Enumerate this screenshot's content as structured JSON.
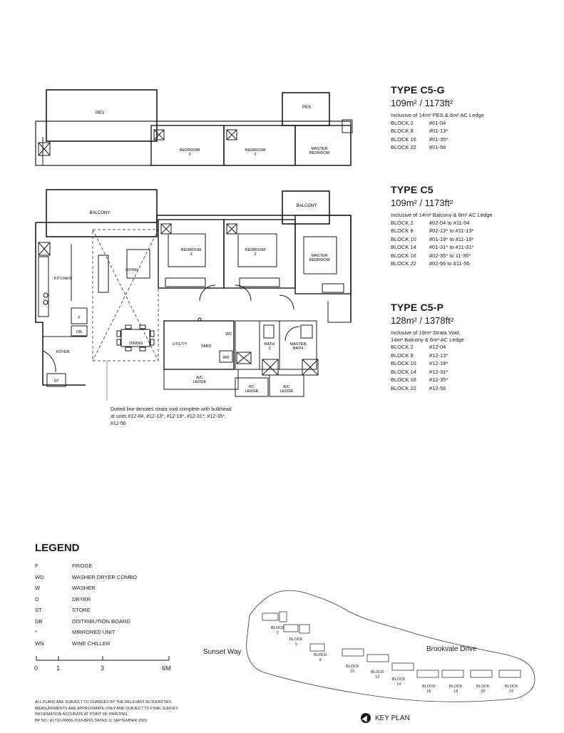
{
  "unit_types": [
    {
      "name": "TYPE C5-G",
      "area": "109m² / 1173ft²",
      "inclusive": "Inclusive of 14m² PES & 6m² AC Ledge",
      "blocks": [
        {
          "block": "BLOCK 2",
          "units": "#01-04"
        },
        {
          "block": "BLOCK 8",
          "units": "#01-13*"
        },
        {
          "block": "BLOCK 16",
          "units": "#01-35*"
        },
        {
          "block": "BLOCK 22",
          "units": "#01-56"
        }
      ]
    },
    {
      "name": "TYPE C5",
      "area": "109m² / 1173ft²",
      "inclusive": "Inclusive of 14m² Balcony & 6m² AC Ledge",
      "blocks": [
        {
          "block": "BLOCK 2",
          "units": "#02-04 to #11-04"
        },
        {
          "block": "BLOCK 8",
          "units": "#02-13* to #11-13*"
        },
        {
          "block": "BLOCK 10",
          "units": "#01-19* to #11-19*"
        },
        {
          "block": "BLOCK 14",
          "units": "#01-31* to #11-31*"
        },
        {
          "block": "BLOCK 16",
          "units": "#02-35* to 11-35*"
        },
        {
          "block": "BLOCK 22",
          "units": "#02-56 to #11-56"
        }
      ]
    },
    {
      "name": "TYPE C5-P",
      "area": "128m² / 1378ft²",
      "inclusive": "Inclusive of 19m² Strata Void,\n14m² Balcony & 6m² AC Ledge",
      "blocks": [
        {
          "block": "BLOCK 2",
          "units": "#12-04"
        },
        {
          "block": "BLOCK 8",
          "units": "#12-13*"
        },
        {
          "block": "BLOCK 10",
          "units": "#12-19*"
        },
        {
          "block": "BLOCK 14",
          "units": "#12-31*"
        },
        {
          "block": "BLOCK 16",
          "units": "#12-35*"
        },
        {
          "block": "BLOCK 22",
          "units": "#12-56"
        }
      ]
    }
  ],
  "plan_top": {
    "pes": "PES",
    "pes_small": "PES",
    "bed3": [
      "BEDROOM",
      "3"
    ],
    "bed2": [
      "BEDROOM",
      "2"
    ],
    "master": [
      "MASTER",
      "BEDROOM"
    ]
  },
  "plan_main": {
    "balcony": "BALCONY",
    "balcony_small": "BALCONY",
    "bed3": [
      "BEDROOM",
      "3"
    ],
    "bed2": [
      "BEDROOM",
      "2"
    ],
    "master": [
      "MASTER",
      "BEDROOM"
    ],
    "kitchen": "KITCHEN",
    "living": "LIVING",
    "dining": "DINING",
    "f": "F",
    "db": "DB",
    "foyer": "FOYER",
    "st": "ST",
    "utility": "UTILITY",
    "yard": "YARD",
    "wc": "WC",
    "wd": "WD",
    "bath2": [
      "BATH",
      "2"
    ],
    "master_bath": [
      "MASTER",
      "BATH"
    ],
    "ac_ledge": [
      "A/C",
      "LEDGE"
    ],
    "rc_ledge": [
      "RC",
      "LEDGE"
    ],
    "ac_ledge2": [
      "A/C",
      "LEDGE"
    ]
  },
  "void_note": "Dotted line denotes strata void complete with bulkhead at units #12-04, #12-13*, #12-19*, #12-31*, #12-35*, #12-56",
  "legend": {
    "title": "LEGEND",
    "items": [
      {
        "key": "F",
        "value": "FRIDGE"
      },
      {
        "key": "WD",
        "value": "WASHER DRYER COMBO"
      },
      {
        "key": "W",
        "value": "WASHER"
      },
      {
        "key": "D",
        "value": "DRYER"
      },
      {
        "key": "ST",
        "value": "STORE"
      },
      {
        "key": "DB",
        "value": "DISTRIBUTION BOARD"
      },
      {
        "key": "*",
        "value": "MIRRORED UNIT"
      },
      {
        "key": "WN",
        "value": "WINE CHILLER"
      }
    ]
  },
  "scale": {
    "labels": [
      "0",
      "1",
      "3",
      "6M"
    ]
  },
  "disclaimer": [
    "ALL PLANS ARE SUBJECT TO CHANGES BY THE RELEVANT AUTHORITIES.",
    "MEASUREMENTS ARE APPROXIMATE ONLY AND SUBJECT TO FINAL SURVEY.",
    "INFORMATION ACCURATE AT POINT OF PRINTING.",
    "BP NO.: A1720-00006-2018-BP01 DATED 11 SEPTEMBER 2020."
  ],
  "key_plan": {
    "title": "KEY PLAN",
    "streets": {
      "left": "Sunset Way",
      "right": "Brookvale Drive"
    },
    "blocks": [
      {
        "label": [
          "BLOCK",
          "2"
        ]
      },
      {
        "label": [
          "BLOCK",
          "5"
        ]
      },
      {
        "label": [
          "BLOCK",
          "8"
        ]
      },
      {
        "label": [
          "BLOCK",
          "10"
        ]
      },
      {
        "label": [
          "BLOCK",
          "12"
        ]
      },
      {
        "label": [
          "BLOCK",
          "14"
        ]
      },
      {
        "label": [
          "BLOCK",
          "16"
        ]
      },
      {
        "label": [
          "BLOCK",
          "18"
        ]
      },
      {
        "label": [
          "BLOCK",
          "20"
        ]
      },
      {
        "label": [
          "BLOCK",
          "22"
        ]
      }
    ]
  },
  "colors": {
    "line": "#1a1a1a",
    "void": "#555555",
    "light": "#9a9a9a"
  }
}
